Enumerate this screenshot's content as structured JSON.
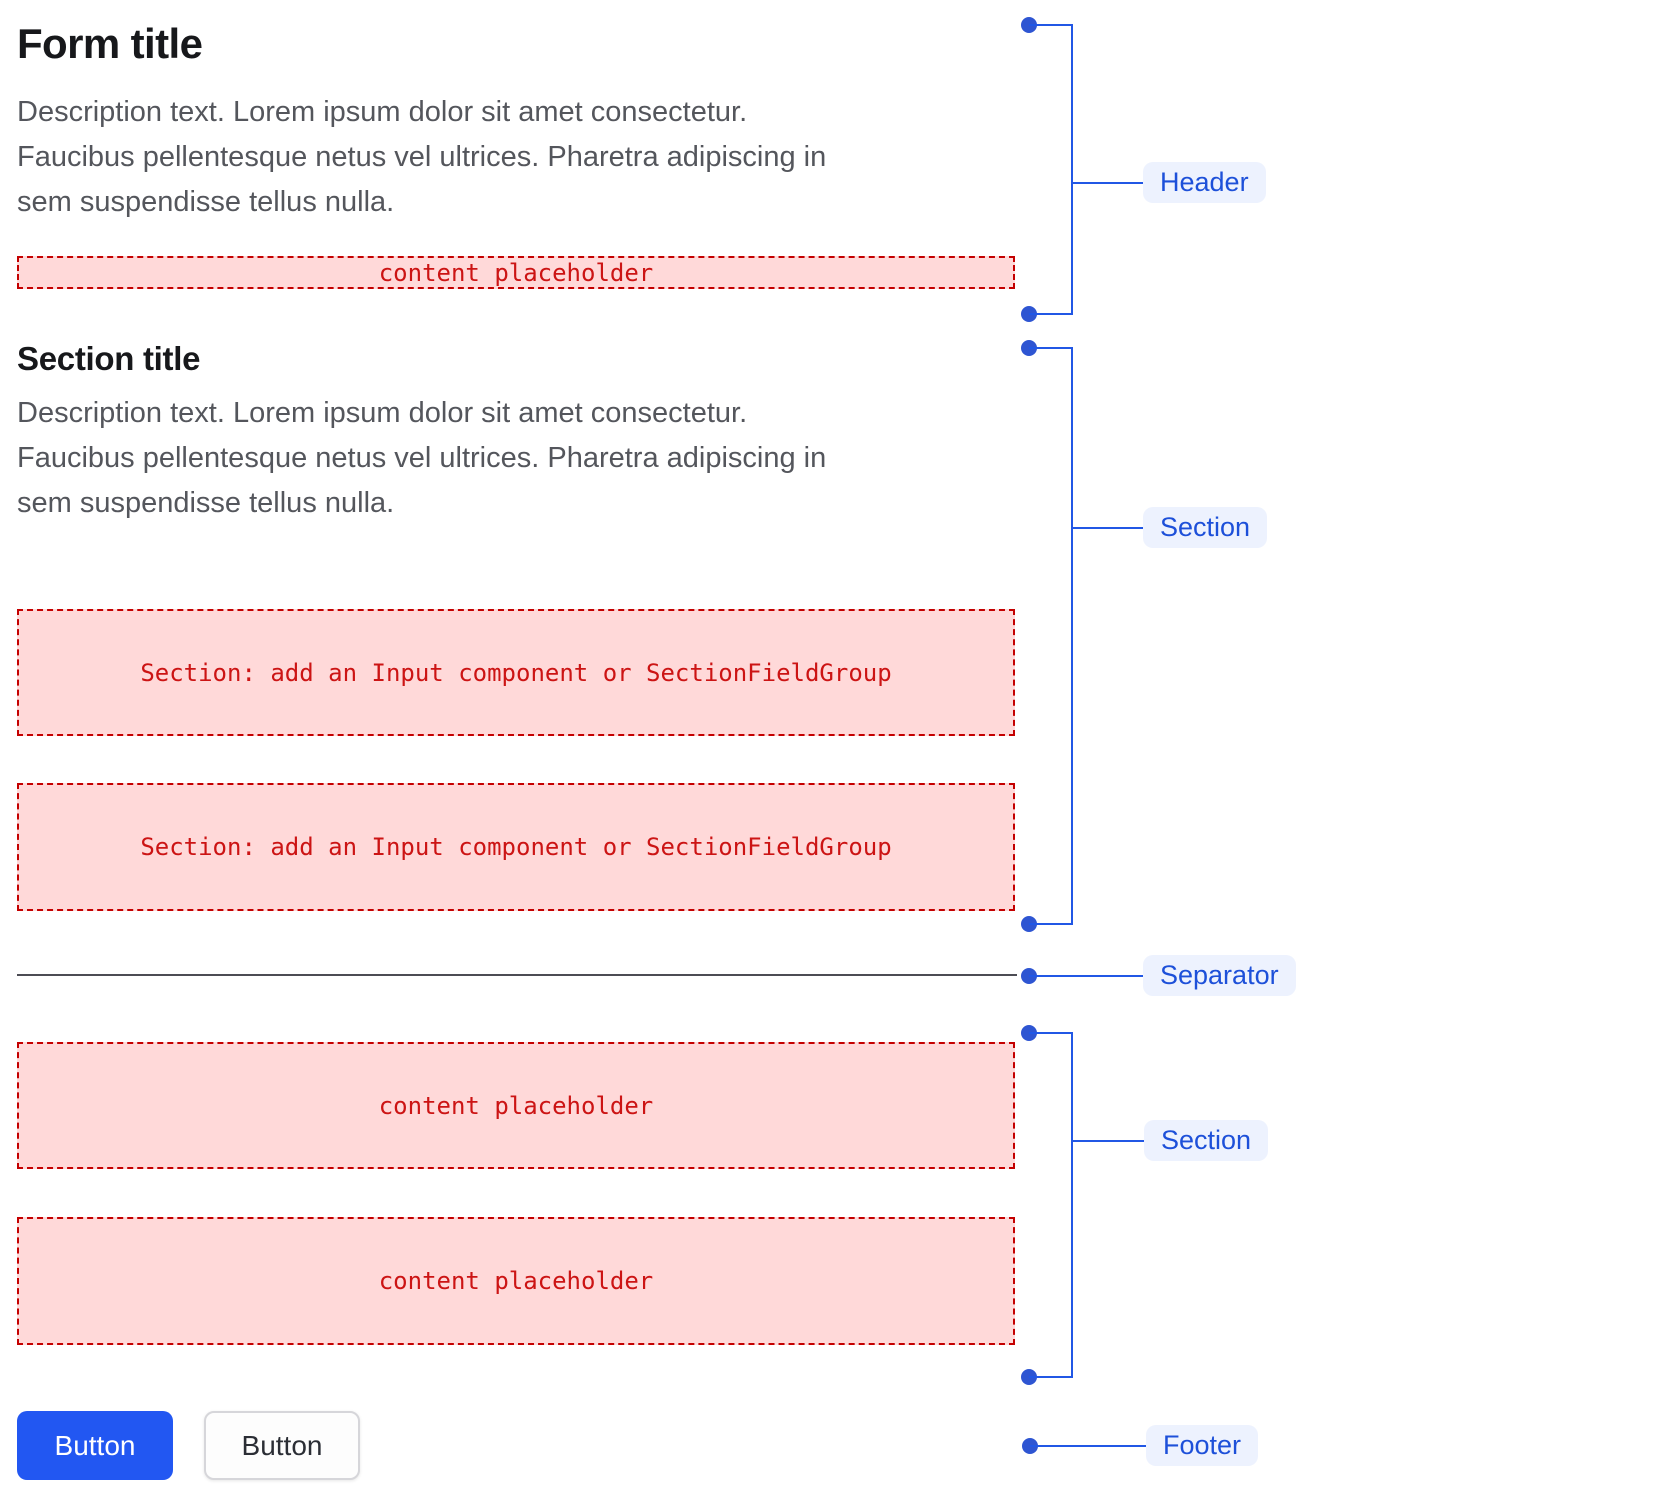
{
  "header": {
    "title": "Form title",
    "description_lines": [
      "Description text. Lorem ipsum dolor sit amet consectetur.",
      "Faucibus pellentesque netus vel ultrices. Pharetra adipiscing in",
      "sem suspendisse tellus nulla."
    ],
    "placeholder": "content placeholder"
  },
  "section1": {
    "title": "Section title",
    "description_lines": [
      "Description text. Lorem ipsum dolor sit amet consectetur.",
      "Faucibus pellentesque netus vel ultrices. Pharetra adipiscing in",
      "sem suspendisse tellus nulla."
    ],
    "placeholders": [
      "Section: add an Input component or SectionFieldGroup",
      "Section: add an Input component or SectionFieldGroup"
    ]
  },
  "section2": {
    "placeholders": [
      "content placeholder",
      "content placeholder"
    ]
  },
  "footer": {
    "buttons": [
      {
        "label": "Button",
        "variant": "primary"
      },
      {
        "label": "Button",
        "variant": "secondary"
      }
    ]
  },
  "annotations": {
    "labels": [
      "Header",
      "Section",
      "Separator",
      "Section",
      "Footer"
    ]
  },
  "colors": {
    "annotation_line": "#2157e5",
    "annotation_dot": "#2e55d2",
    "annotation_label_text": "#1d50d9",
    "annotation_label_bg": "#edf2fe",
    "placeholder_bg": "#ffd9d9",
    "placeholder_border": "#c40000",
    "placeholder_text": "#cc1414",
    "separator": "#4c4c54",
    "title_text": "#17181b",
    "description_text": "#54565c",
    "primary_button_bg": "#2257f2",
    "primary_button_text": "#ffffff",
    "secondary_button_bg": "#fdfdfd",
    "secondary_button_text": "#2b2e35"
  }
}
